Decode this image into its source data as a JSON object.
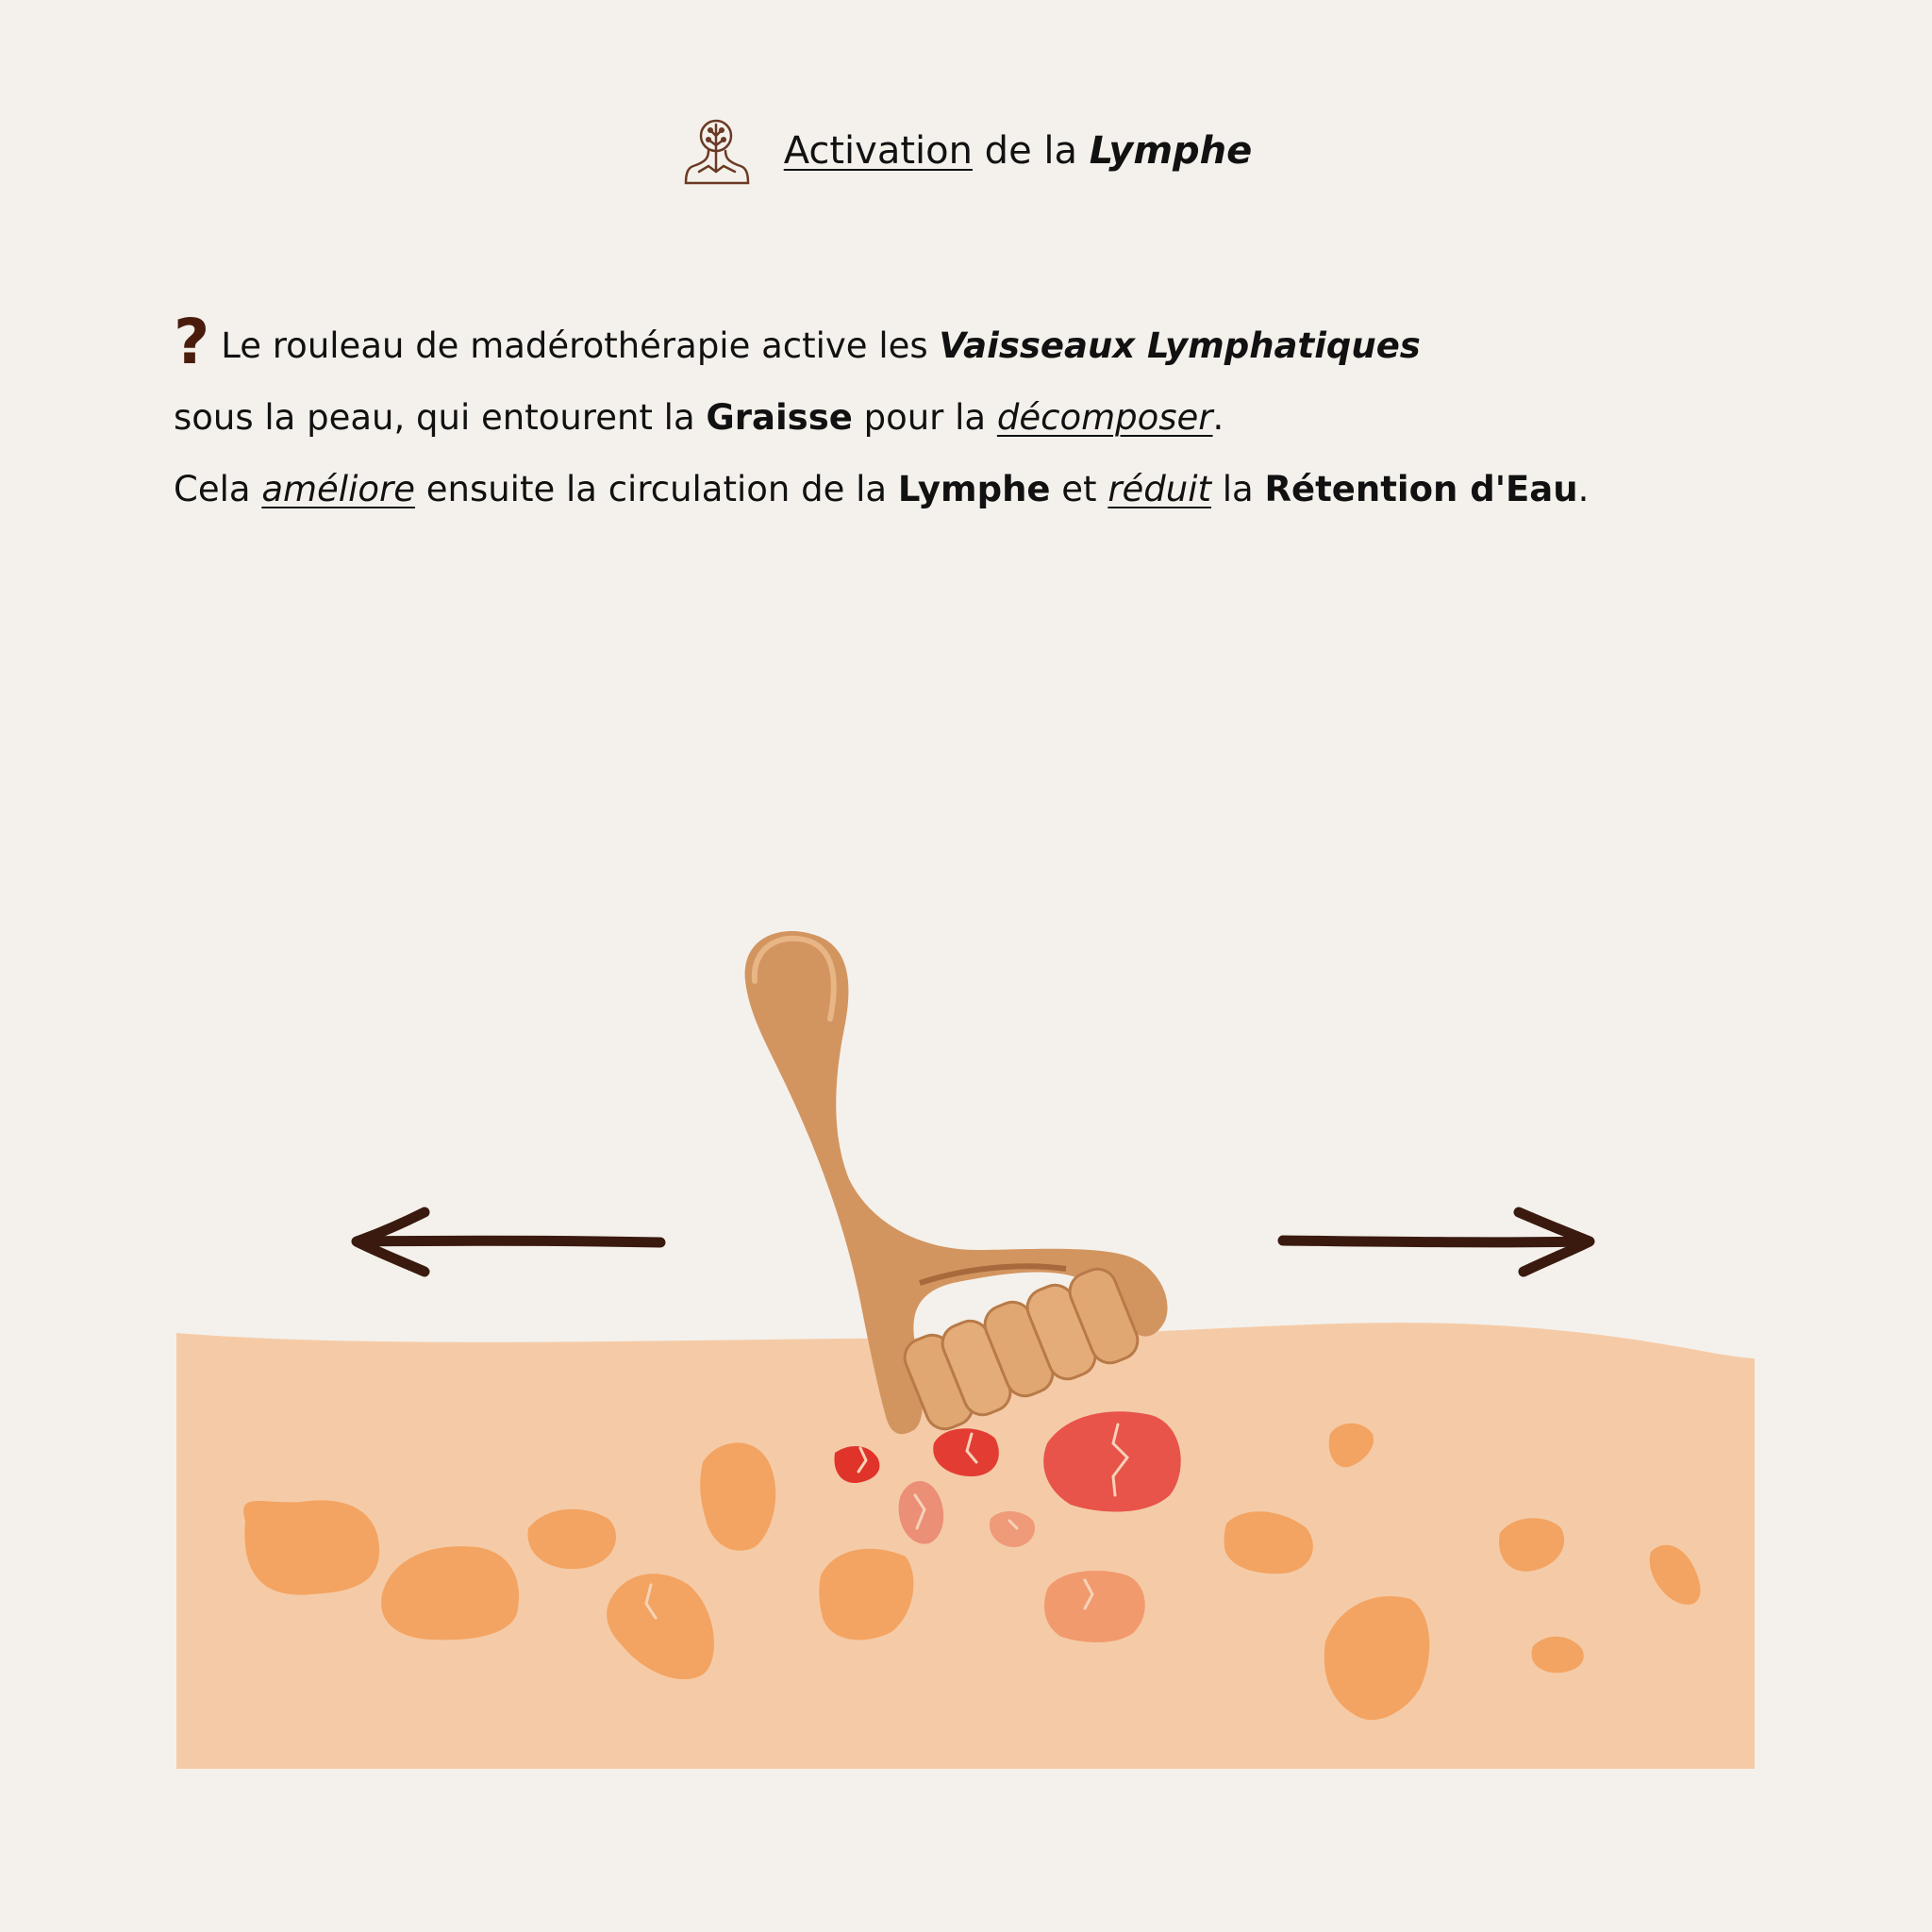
{
  "header": {
    "title_part1": "Activation",
    "title_part2": " de la ",
    "title_part3": "Lymphe",
    "icon": "lymph-body-icon"
  },
  "body_text": {
    "qmark_icon": "?",
    "line1": {
      "t1": "Le rouleau de madérothérapie active les ",
      "t2": "Vaisseaux Lymphatiques"
    },
    "line2": {
      "t1": "sous la peau, qui entourent la ",
      "t2": "Graisse",
      "t3": " pour la ",
      "t4": "décomposer",
      "t5": "."
    },
    "line3": {
      "t1": "Cela ",
      "t2": "améliore",
      "t3": " ensuite la circulation de la ",
      "t4": "Lymphe",
      "t5": " et ",
      "t6": "réduit",
      "t7": " la ",
      "t8": "Rétention d'Eau",
      "t9": "."
    }
  },
  "colors": {
    "background": "#f4f1ec",
    "skin": "#f5cba7",
    "fat_cell": "#f3a462",
    "broken_cell": "#e8534a",
    "arrow": "#3a1a0e",
    "wood": "#d39560"
  },
  "illustration": {
    "left_arrow_icon": "arrow-left-icon",
    "right_arrow_icon": "arrow-right-icon",
    "roller_icon": "wooden-roller-icon"
  }
}
